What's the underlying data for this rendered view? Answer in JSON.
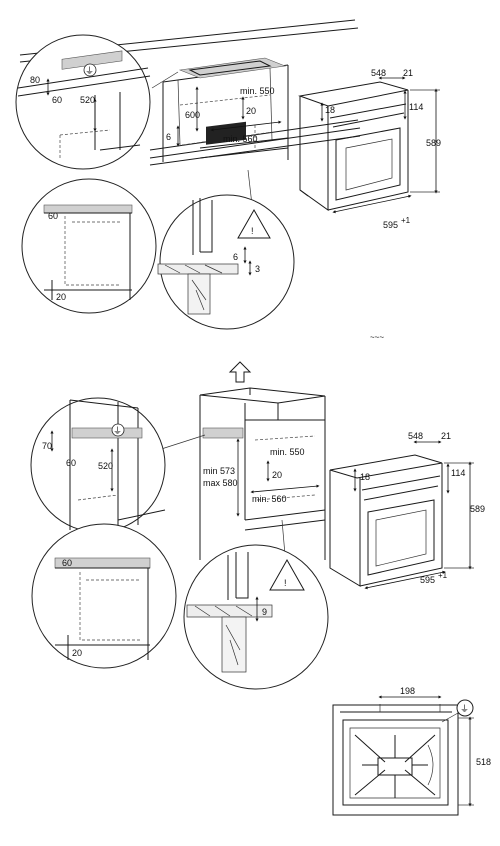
{
  "top": {
    "inset_detail": {
      "d80": "80",
      "d60": "60",
      "d520": "520",
      "earth_symbol": "⏚"
    },
    "cabinet": {
      "d600": "600",
      "d6": "6",
      "min550": "min. 550",
      "d20": "20",
      "min560": "min. 560"
    },
    "oven": {
      "d548": "548",
      "d21": "21",
      "d114": "114",
      "d18": "18",
      "d589": "589",
      "d595": "595",
      "sup": "+1"
    },
    "inset_lower_left": {
      "d60": "60",
      "d20": "20"
    },
    "inset_gap": {
      "d6": "6",
      "d3": "3",
      "warning_symbol": "!"
    },
    "stray_mark": "~~~"
  },
  "bottom": {
    "inset_detail": {
      "d70": "70",
      "d60": "60",
      "d520": "520",
      "earth_symbol": "⏚"
    },
    "column": {
      "min573": "min 573",
      "max580": "max 580",
      "min550": "min. 550",
      "d20": "20",
      "min560": "min. 560"
    },
    "oven": {
      "d548": "548",
      "d21": "21",
      "d114": "114",
      "d18": "18",
      "d589": "589",
      "d595": "595",
      "sup": "+1"
    },
    "inset_lower_left": {
      "d60": "60",
      "d20": "20"
    },
    "inset_gap": {
      "d9": "9",
      "warning_symbol": "!"
    }
  },
  "rear": {
    "d198": "198",
    "d518": "518",
    "earth_symbol": "⏚"
  }
}
